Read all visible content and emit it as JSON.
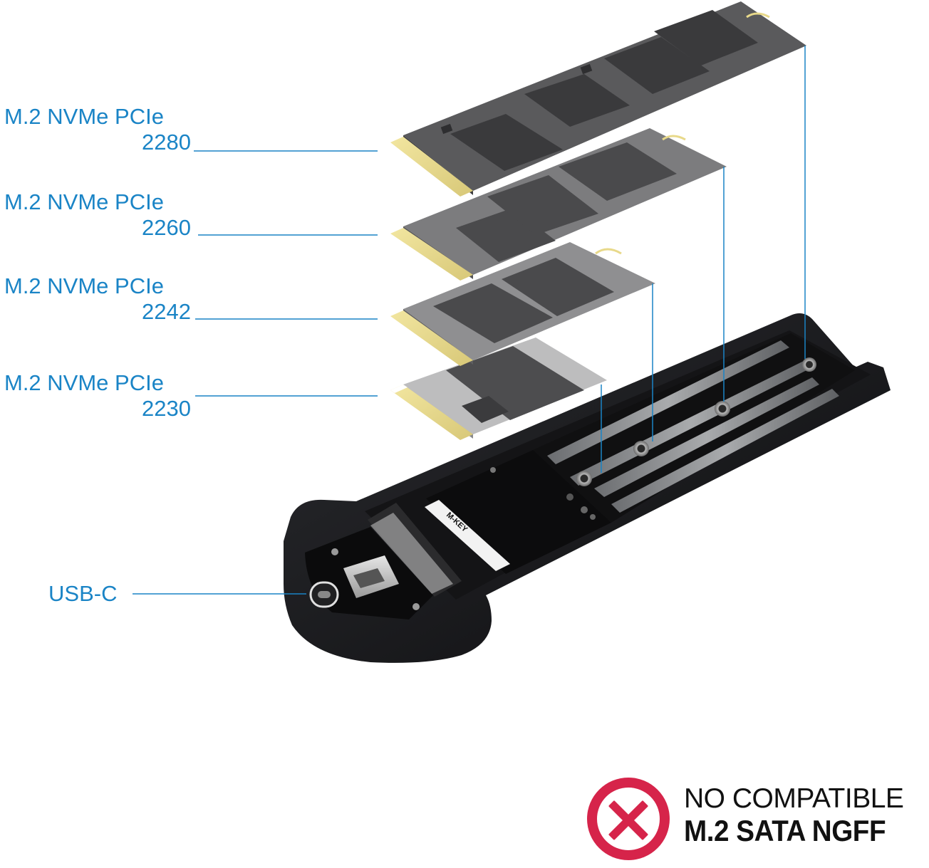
{
  "ssd_labels": [
    {
      "line1": "M.2 NVMe PCIe",
      "line2": "2280"
    },
    {
      "line1": "M.2 NVMe PCIe",
      "line2": "2260"
    },
    {
      "line1": "M.2 NVMe PCIe",
      "line2": "2242"
    },
    {
      "line1": "M.2 NVMe PCIe",
      "line2": "2230"
    }
  ],
  "port_label": "USB-C",
  "warning": {
    "line1": "NO COMPATIBLE",
    "line2": "M.2 SATA NGFF",
    "icon": "x-mark-icon"
  },
  "connector_text": "M-KEY",
  "colors": {
    "label_blue": "#1a84c6",
    "warning_red": "#d6244a",
    "enclosure": "#17181b",
    "ssd_dark": "#4a4a4c",
    "gold_contacts": "#e8d98a"
  }
}
